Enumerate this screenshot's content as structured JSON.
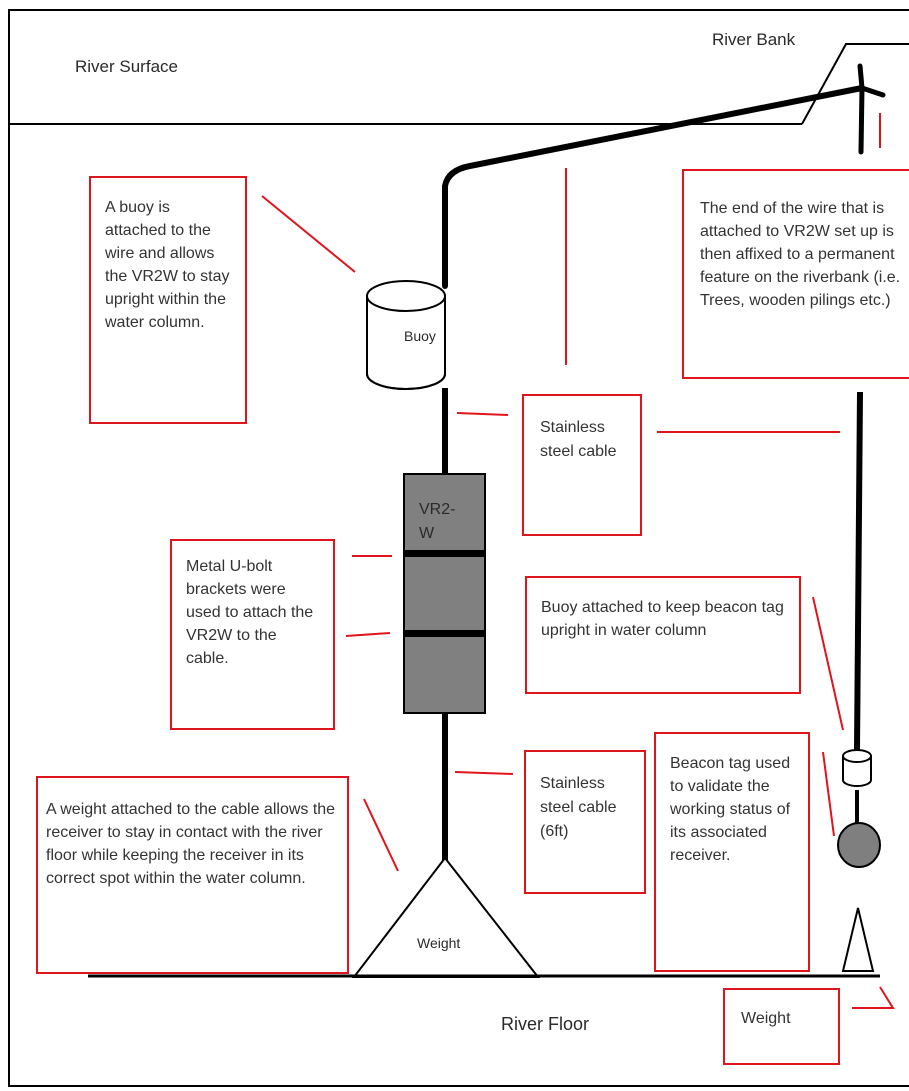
{
  "labels": {
    "river_surface": "River Surface",
    "river_bank": "River Bank",
    "river_floor": "River Floor"
  },
  "components": {
    "buoy": "Buoy",
    "vr2w": "VR2-\nW",
    "weight": "Weight"
  },
  "callouts": {
    "buoy_note": "A buoy is attached to the wire and allows the VR2W to stay upright within the water column.",
    "wire_end_note": "The end of the wire that is attached to VR2W set up is then affixed to a permanent feature on the riverbank (i.e. Trees, wooden pilings etc.)",
    "cable_upper": "Stainless steel cable",
    "ubolt_note": "Metal U-bolt brackets were used to attach the VR2W to the cable.",
    "beacon_buoy_note": "Buoy attached to keep beacon tag upright in water column",
    "cable_lower": "Stainless steel cable (6ft)",
    "beacon_tag_note": "Beacon tag used to validate the working status of its associated receiver.",
    "weight_note": "A weight attached to the cable allows the receiver to stay in contact with the river floor while keeping the receiver in its correct spot within the water column.",
    "weight_small": "Weight"
  },
  "colors": {
    "callout_border": "#e0141c",
    "line": "#000000",
    "receiver_fill": "#808080",
    "beacon_fill": "#7f7f7f"
  }
}
